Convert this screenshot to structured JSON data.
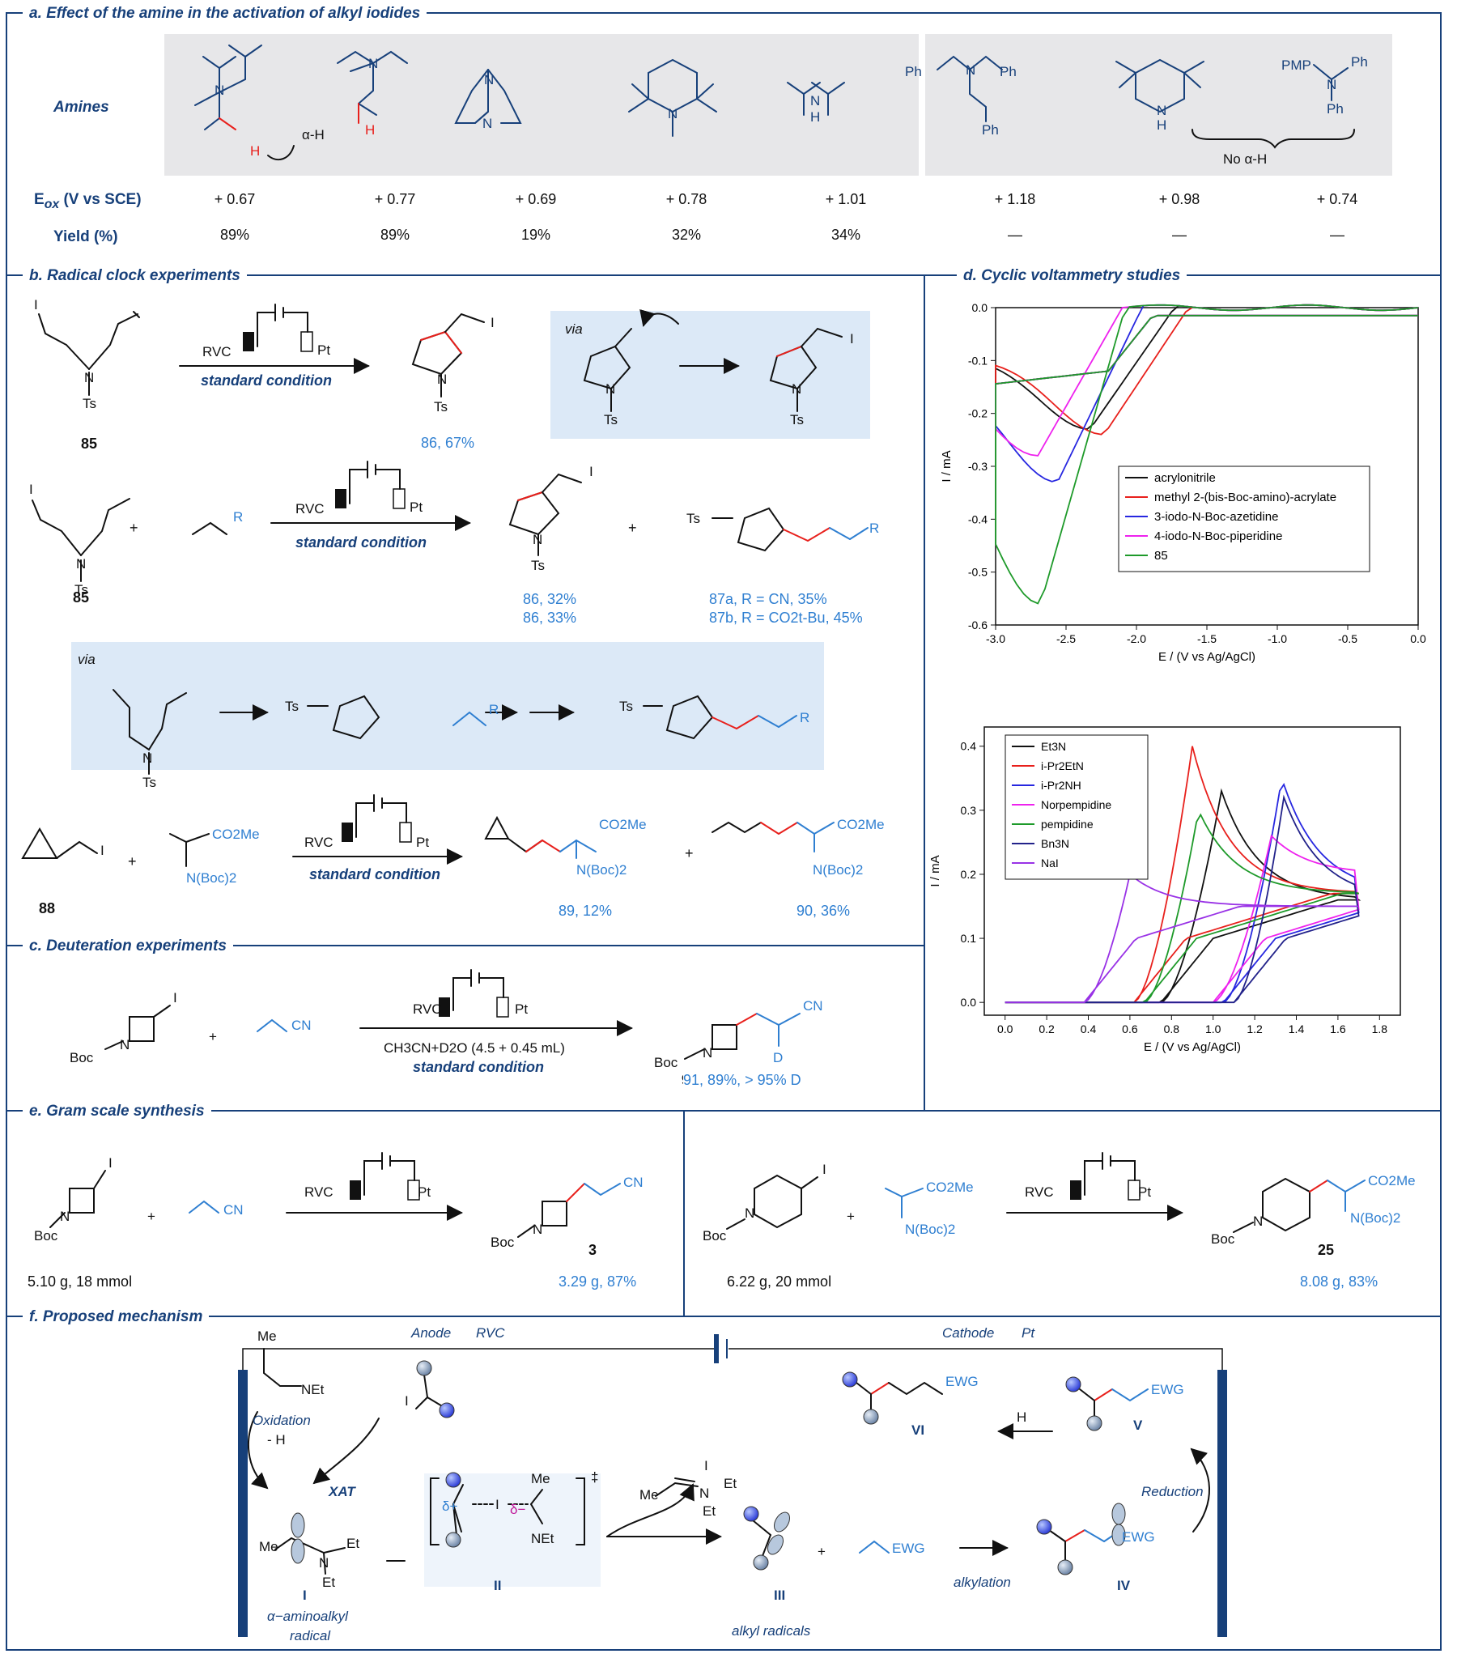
{
  "sections": {
    "a": "a. Effect of the amine in the activation of alkyl iodides",
    "b": "b. Radical clock experiments",
    "c": "c. Deuteration experiments",
    "d": "d. Cyclic voltammetry studies",
    "e": "e. Gram scale synthesis",
    "f": "f. Proposed mechanism"
  },
  "amines": {
    "row_label": "Amines",
    "eox_label": "E",
    "eox_sub": "ox",
    "eox_unit": " (V vs SCE)",
    "yield_label": "Yield (%)",
    "alpha_h": "α-H",
    "no_alpha_h": "No α-H",
    "eox_values": [
      "+ 0.67",
      "+ 0.77",
      "+ 0.69",
      "+ 0.78",
      "+ 1.01",
      "+ 1.18",
      "+ 0.98",
      "+ 0.74"
    ],
    "yield_values": [
      "89%",
      "89%",
      "19%",
      "32%",
      "34%",
      "—",
      "—",
      "—"
    ]
  },
  "common": {
    "rvc": "RVC",
    "pt": "Pt",
    "standard_condition": "standard condition",
    "via": "via",
    "ts": "Ts",
    "plus": "+"
  },
  "radical_clock": {
    "c85": "85",
    "c86_yield": "86, 67%",
    "c86a": "86, 32%",
    "c86b": "86, 33%",
    "c87a": "87a, R = CN, 35%",
    "c87b": "87b, R = CO2t-Bu, 45%",
    "c88": "88",
    "c89": "89, 12%",
    "c90": "90, 36%",
    "r": "R",
    "co2me": "CO2Me",
    "nboc2": "N(Boc)2",
    "i": "I"
  },
  "deuteration": {
    "solvent": "CH3CN+D2O (4.5 + 0.45 mL)",
    "boc": "Boc",
    "cn": "CN",
    "d": "D",
    "product": "91, 89%, > 95% D"
  },
  "gram_scale": {
    "left_sm": "5.10 g, 18 mmol",
    "left_prod_num": "3",
    "left_prod": "3.29 g, 87%",
    "right_sm": "6.22 g, 20 mmol",
    "right_prod_num": "25",
    "right_prod": "8.08 g, 83%"
  },
  "mechanism": {
    "anode": "Anode",
    "anode_mat": "RVC",
    "cathode": "Cathode",
    "cathode_mat": "Pt",
    "oxidation": "Oxidation",
    "minus_h": "- H",
    "xat": "XAT",
    "me": "Me",
    "net2": "NEt",
    "et": "Et",
    "radical_I": "I",
    "radical_I_desc1": "α−aminoalkyl",
    "radical_I_desc2": "radical",
    "ts_II": "II",
    "delta_plus": "δ+",
    "delta_minus": "δ−",
    "dagger": "‡",
    "iii": "III",
    "iii_desc": "alkyl radicals",
    "ewg": "EWG",
    "alkylation": "alkylation",
    "iv": "IV",
    "reduction": "Reduction",
    "v": "V",
    "vi": "VI",
    "h_plus": "H"
  },
  "cv_top": {
    "type": "line",
    "xlabel": "E / (V vs Ag/AgCl)",
    "ylabel": "I / mA",
    "xlim": [
      -3.0,
      0.0
    ],
    "ylim": [
      -0.6,
      0.0
    ],
    "xticks": [
      "-3.0",
      "-2.5",
      "-2.0",
      "-1.5",
      "-1.0",
      "-0.5",
      "0.0"
    ],
    "yticks": [
      "0.0",
      "-0.1",
      "-0.2",
      "-0.3",
      "-0.4",
      "-0.5",
      "-0.6"
    ],
    "legend_position": "middle-right",
    "series": [
      {
        "name": "acrylonitrile",
        "color": "#111111",
        "peak_x": -2.33,
        "peak_y": -0.23
      },
      {
        "name": "methyl 2-(bis-Boc-amino)-acrylate",
        "color": "#e8201c",
        "peak_x": -2.23,
        "peak_y": -0.24
      },
      {
        "name": "3-iodo-N-Boc-azetidine",
        "color": "#2727e0",
        "peak_x": -2.56,
        "peak_y": -0.33
      },
      {
        "name": "4-iodo-N-Boc-piperidine",
        "color": "#ee22ee",
        "peak_x": -2.7,
        "peak_y": -0.28
      },
      {
        "name": "85",
        "color": "#1e9a2a",
        "peak_x": -2.68,
        "peak_y": -0.56
      }
    ]
  },
  "cv_bottom": {
    "type": "line",
    "xlabel": "E / (V vs Ag/AgCl)",
    "ylabel": "I / mA",
    "xlim": [
      -0.1,
      1.9
    ],
    "ylim": [
      -0.02,
      0.43
    ],
    "xticks": [
      "0.0",
      "0.2",
      "0.4",
      "0.6",
      "0.8",
      "1.0",
      "1.2",
      "1.4",
      "1.6",
      "1.8"
    ],
    "yticks": [
      "0.0",
      "0.1",
      "0.2",
      "0.3",
      "0.4"
    ],
    "legend_position": "top-left",
    "series": [
      {
        "name": "Et3N",
        "color": "#111111",
        "onset": 0.75,
        "peak_x": 1.04,
        "peak_y": 0.33,
        "end_y": 0.16
      },
      {
        "name": "i-Pr2EtN",
        "color": "#e8201c",
        "onset": 0.62,
        "peak_x": 0.9,
        "peak_y": 0.4,
        "end_y": 0.17
      },
      {
        "name": "i-Pr2NH",
        "color": "#2727e0",
        "onset": 1.05,
        "peak_x": 1.33,
        "peak_y": 0.35,
        "end_y": 0.17
      },
      {
        "name": "Norpempidine",
        "color": "#ee22ee",
        "onset": 1.0,
        "peak_x": 1.28,
        "peak_y": 0.26,
        "end_y": 0.2
      },
      {
        "name": "pempidine",
        "color": "#1e9a2a",
        "onset": 0.67,
        "peak_x": 0.93,
        "peak_y": 0.3,
        "end_y": 0.17
      },
      {
        "name": "Bn3N",
        "color": "#22228a",
        "onset": 1.1,
        "peak_x": 1.34,
        "peak_y": 0.32,
        "end_y": 0.16
      },
      {
        "name": "NaI",
        "color": "#9932e6",
        "onset": 0.38,
        "peak_x": 0.6,
        "peak_y": 0.2,
        "end_y": 0.15
      }
    ]
  }
}
